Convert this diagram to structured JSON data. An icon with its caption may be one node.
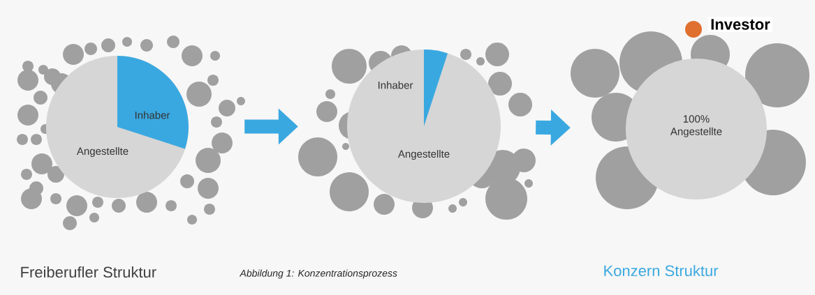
{
  "diagram": {
    "caption": "Abbildung 1: Konzentrationsprozess",
    "nodes": [
      {
        "text": [
          "Inhaber",
          "Angestellte"
        ]
      },
      {
        "text": [
          "Inhaber",
          "Angestellte"
        ]
      },
      {
        "text": [
          "100% Angestellte"
        ]
      },
      {
        "text": [],
        "shape": "circle",
        "beside": [
          "Investor"
        ]
      }
    ],
    "edges": [
      {
        "from": 0,
        "to": 1,
        "arrow": "to"
      },
      {
        "from": 1,
        "to": 2,
        "arrow": "to"
      }
    ],
    "labels": [
      "Freiberufler Struktur",
      "Konzern Struktur"
    ]
  }
}
